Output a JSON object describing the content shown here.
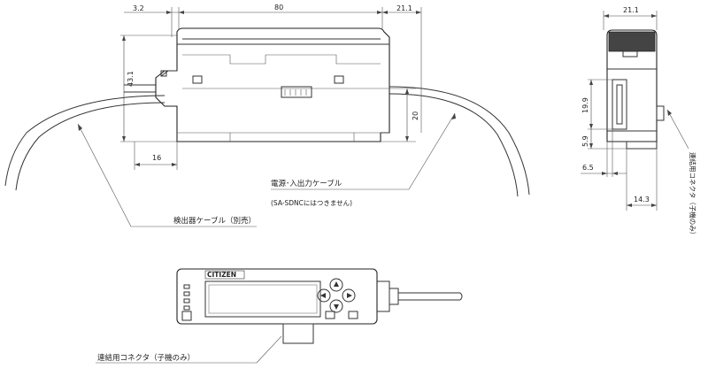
{
  "dimensions": {
    "d_3_2": "3.2",
    "d_80": "80",
    "d_21_1_front": "21.1",
    "d_43_1": "43.1",
    "d_20": "20",
    "d_16": "16",
    "d_21_1_side": "21.1",
    "d_19_9": "19.9",
    "d_5_9": "5.9",
    "d_6_5": "6.5",
    "d_14_3": "14.3"
  },
  "labels": {
    "power_cable": "電源･入出力ケーブル",
    "power_cable_note": "(SA-SDNCにはつきません)",
    "detector_cable": "検出器ケーブル（別売）",
    "side_connector": "連結用コネクタ（子機のみ）",
    "bottom_connector": "連結用コネクタ（子機のみ）",
    "brand": "CITIZEN"
  }
}
